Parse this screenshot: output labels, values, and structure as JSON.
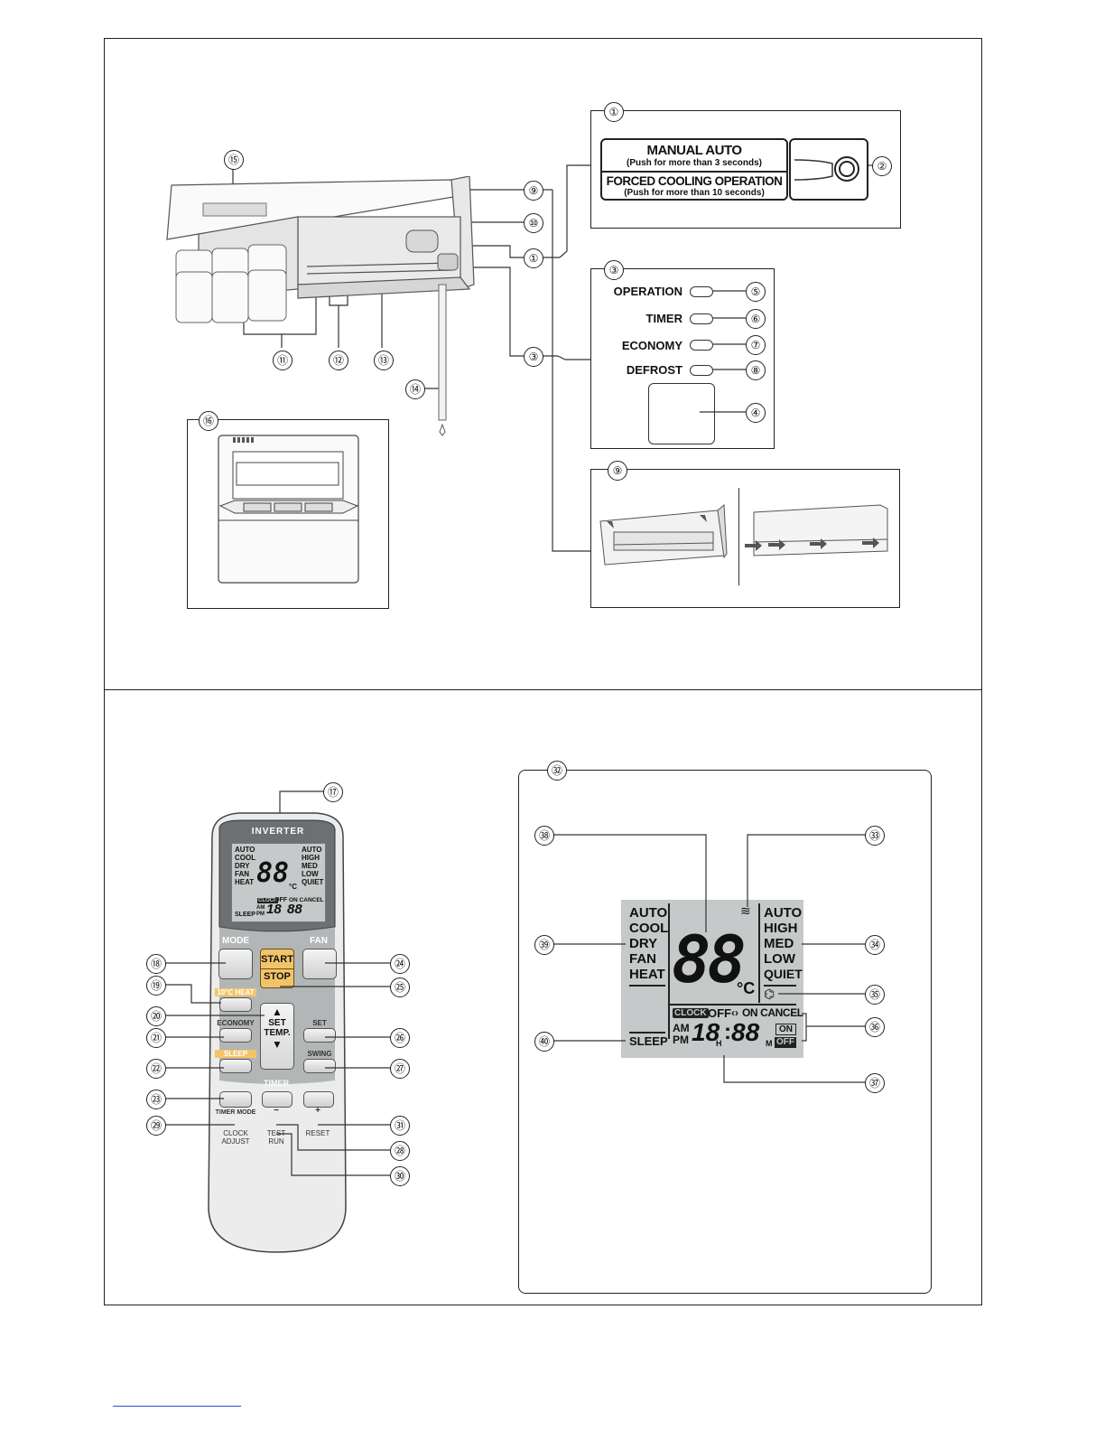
{
  "callouts": {
    "n1": "①",
    "n2": "②",
    "n3": "③",
    "n4": "④",
    "n5": "⑤",
    "n6": "⑥",
    "n7": "⑦",
    "n8": "⑧",
    "n9": "⑨",
    "n10": "⑩",
    "n11": "⑪",
    "n12": "⑫",
    "n13": "⑬",
    "n14": "⑭",
    "n15": "⑮",
    "n16": "⑯",
    "n17": "⑰",
    "n18": "⑱",
    "n19": "⑲",
    "n20": "⑳",
    "n21": "㉑",
    "n22": "㉒",
    "n23": "㉓",
    "n24": "㉔",
    "n25": "㉕",
    "n26": "㉖",
    "n27": "㉗",
    "n28": "㉘",
    "n29": "㉙",
    "n30": "㉚",
    "n31": "㉛",
    "n32": "㉜",
    "n33": "㉝",
    "n34": "㉞",
    "n35": "㉟",
    "n36": "㊱",
    "n37": "㊲",
    "n38": "㊳",
    "n39": "㊴",
    "n40": "㊵"
  },
  "manual_panel": {
    "line1": "MANUAL AUTO",
    "line1_sub": "(Push for more than 3 seconds)",
    "line2": "FORCED COOLING OPERATION",
    "line2_sub": "(Push for more than 10 seconds)"
  },
  "indicators": {
    "operation": "OPERATION",
    "timer": "TIMER",
    "economy": "ECONOMY",
    "defrost": "DEFROST"
  },
  "remote": {
    "brand": "INVERTER",
    "mode": "MODE",
    "fan": "FAN",
    "start": "START",
    "stop": "STOP",
    "heat10": "10°C HEAT",
    "economy": "ECONOMY",
    "set_temp_1": "SET",
    "set_temp_2": "TEMP.",
    "set": "SET",
    "sleep": "SLEEP",
    "swing": "SWING",
    "timer": "TIMER",
    "timer_mode": "TIMER MODE",
    "clock_adjust_1": "CLOCK",
    "clock_adjust_2": "ADJUST",
    "test_run_1": "TEST",
    "test_run_2": "RUN",
    "reset": "RESET",
    "minus": "−",
    "plus": "+"
  },
  "lcd": {
    "modes": [
      "AUTO",
      "COOL",
      "DRY",
      "FAN",
      "HEAT"
    ],
    "fans": [
      "AUTO",
      "HIGH",
      "MED",
      "LOW",
      "QUIET"
    ],
    "temp_digits": "88",
    "unit": "°C",
    "clock": "CLOCK",
    "off": "OFF",
    "on_cancel": "ON CANCEL",
    "on": "ON",
    "off_box": "OFF",
    "am": "AM",
    "pm": "PM",
    "time_hour": "18",
    "h": "H",
    "time_min": "88",
    "m": "M",
    "sleep": "SLEEP",
    "colon": ":"
  },
  "colors": {
    "lcd_bg": "#c6c9c9",
    "start_btn": "#f2c46a",
    "remote_body": "#ececec",
    "remote_top": "#6c7072"
  }
}
